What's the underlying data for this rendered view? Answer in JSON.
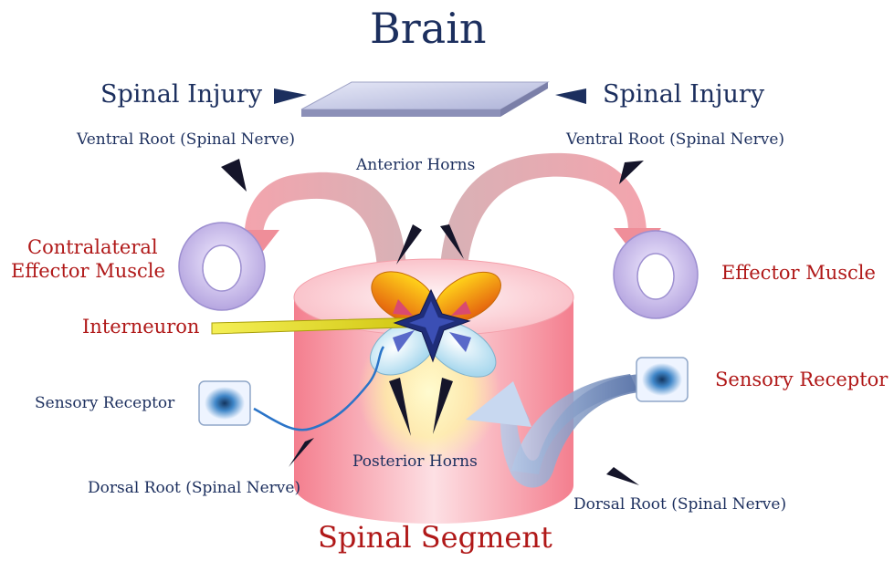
{
  "title": "Brain",
  "footer_title": "Spinal Segment",
  "labels": {
    "spinal_injury_left": "Spinal Injury",
    "spinal_injury_right": "Spinal Injury",
    "ventral_root_left": "Ventral Root (Spinal Nerve)",
    "ventral_root_right": "Ventral Root (Spinal Nerve)",
    "anterior_horns": "Anterior Horns",
    "posterior_horns": "Posterior Horns",
    "contralateral_line1": "Contralateral",
    "contralateral_line2": "Effector Muscle",
    "effector_muscle": "Effector Muscle",
    "interneuron": "Interneuron",
    "sensory_receptor_left": "Sensory Receptor",
    "sensory_receptor_right": "Sensory Receptor",
    "dorsal_root_left": "Dorsal Root (Spinal Nerve)",
    "dorsal_root_right": "Dorsal Root (Spinal Nerve)"
  },
  "colors": {
    "navy": "#1c2f5e",
    "red": "#b01818",
    "brain_plate": "#c3c7e6",
    "segment_pink": "#f7a9b3",
    "muscle_lavender": "#c9bde8",
    "interneuron_yellow": "#e8e23a",
    "horn_orange": "#f08a12"
  },
  "icons": [
    "arrowhead-pointer-icon",
    "curved-arrow-icon",
    "ring-muscle-icon",
    "receptor-square-icon",
    "star-neuron-icon"
  ]
}
